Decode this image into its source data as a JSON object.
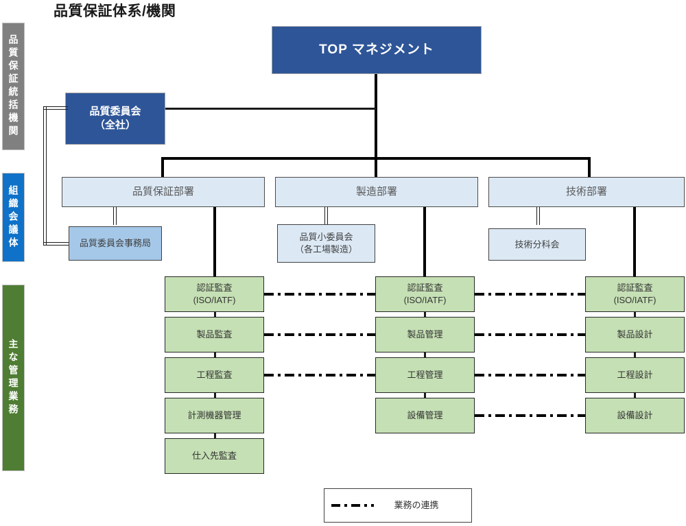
{
  "title": "品質保証体系/機関",
  "sidebar": {
    "bars": [
      {
        "id": "quality-assurance-governing-body",
        "label": "品質保証統括機関",
        "color": "#808080"
      },
      {
        "id": "organizational-council",
        "label": "組織会議体",
        "color": "#0f72c8"
      },
      {
        "id": "main-management-operations",
        "label": "主な管理業務",
        "color": "#4e7d33"
      }
    ]
  },
  "nodes": {
    "top_management": {
      "label": "TOP マネジメント",
      "color": "#2e5597"
    },
    "quality_committee": {
      "line1": "品質委員会",
      "line2": "（全社）",
      "color": "#2e5597"
    },
    "committee_office": {
      "label": "品質委員会事務局",
      "color": "#a5c8e8"
    }
  },
  "columns": [
    {
      "id": "quality-assurance",
      "department": "品質保証部署",
      "subcommittee": null,
      "tasks": [
        {
          "line1": "認証監査",
          "line2": "(ISO/IATF)"
        },
        {
          "line1": "製品監査",
          "line2": null
        },
        {
          "line1": "工程監査",
          "line2": null
        },
        {
          "line1": "計測機器管理",
          "line2": null
        },
        {
          "line1": "仕入先監査",
          "line2": null
        }
      ]
    },
    {
      "id": "manufacturing",
      "department": "製造部署",
      "subcommittee": {
        "line1": "品質小委員会",
        "line2": "（各工場製造）"
      },
      "tasks": [
        {
          "line1": "認証監査",
          "line2": "(ISO/IATF)"
        },
        {
          "line1": "製品管理",
          "line2": null
        },
        {
          "line1": "工程管理",
          "line2": null
        },
        {
          "line1": "設備管理",
          "line2": null
        }
      ]
    },
    {
      "id": "engineering",
      "department": "技術部署",
      "subcommittee": {
        "line1": "技術分科会",
        "line2": null
      },
      "tasks": [
        {
          "line1": "認証監査",
          "line2": "(ISO/IATF)"
        },
        {
          "line1": "製品設計",
          "line2": null
        },
        {
          "line1": "工程設計",
          "line2": null
        },
        {
          "line1": "設備設計",
          "line2": null
        }
      ]
    }
  ],
  "legend": {
    "line_style": "dash-dot",
    "label": "業務の連携"
  },
  "colors": {
    "dark_blue": "#2e5597",
    "light_blue": "#dce9f5",
    "medium_blue": "#a5c8e8",
    "green_task": "#c5e0b4",
    "bar_gray": "#808080",
    "bar_blue": "#0f72c8",
    "bar_green": "#4e7d33",
    "line": "#000000"
  }
}
